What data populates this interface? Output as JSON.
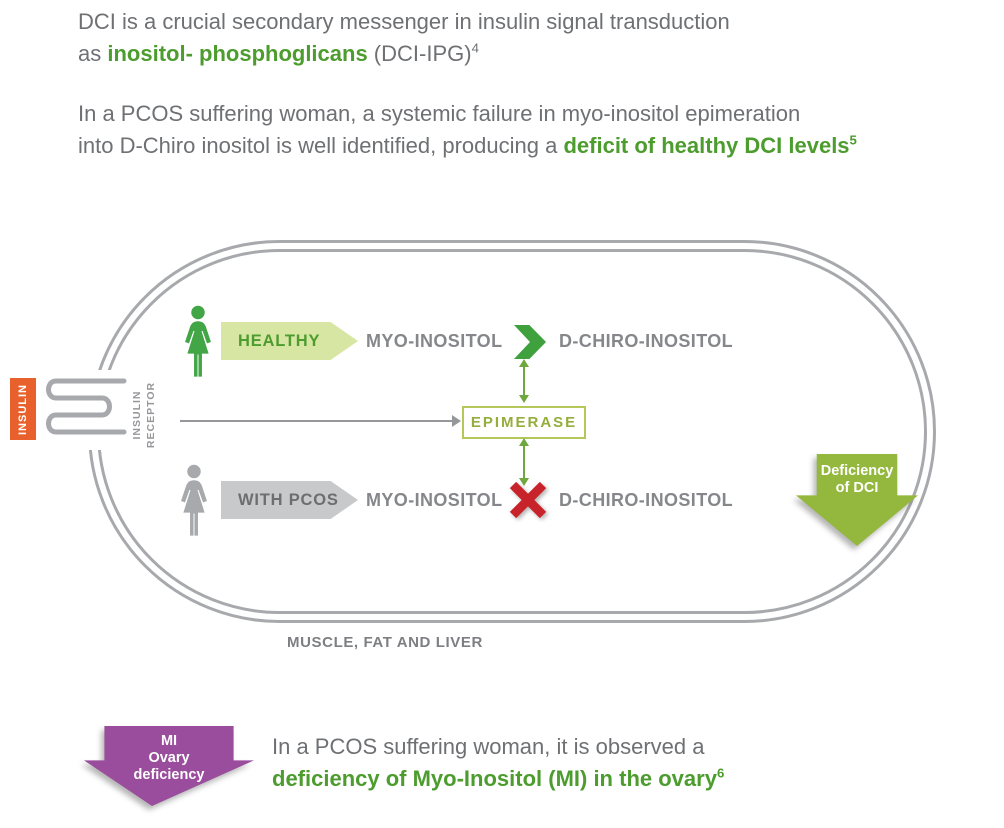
{
  "colors": {
    "text_gray": "#6e7073",
    "accent_green": "#4c9c2e",
    "banner_light_green": "#d8e6a3",
    "banner_gray": "#c8c9cb",
    "membrane_gray": "#a7a9ac",
    "insulin_orange": "#e8612c",
    "olive_green": "#94b83d",
    "enzyme_green": "#94ad3b",
    "blocked_red": "#c8232b",
    "purple": "#9b4d9d"
  },
  "intro": {
    "p1_line1": "DCI is a crucial secondary messenger in insulin signal transduction",
    "p1_prefix": "as ",
    "p1_bold": "inositol- phosphoglicans",
    "p1_suffix": " (DCI-IPG)",
    "p1_sup": "4",
    "p2_line1": "In a PCOS suffering woman, a systemic failure in myo-inositol epimeration",
    "p2_prefix": "into D-Chiro inositol is well identified, producing a ",
    "p2_bold": "deficit of healthy DCI levels",
    "p2_sup": "5"
  },
  "diagram": {
    "insulin_label": "INSULIN",
    "receptor_line1": "INSULIN",
    "receptor_line2": "RECEPTOR",
    "healthy_label": "HEALTHY",
    "healthy_from": "MYO-INOSITOL",
    "healthy_to": "D-CHIRO-INOSITOL",
    "pcos_label": "WITH PCOS",
    "pcos_from": "MYO-INOSITOL",
    "pcos_to": "D-CHIRO-INOSITOL",
    "enzyme": "EPIMERASE",
    "deficiency_line1": "Deficiency",
    "deficiency_line2": "of DCI",
    "caption": "MUSCLE, FAT AND LIVER"
  },
  "footer": {
    "arrow_line1": "MI",
    "arrow_line2": "Ovary",
    "arrow_line3": "deficiency",
    "line1": "In a PCOS suffering woman, it is observed a",
    "bold": "deficiency of Myo-Inositol (MI) in the ovary",
    "sup": "6"
  }
}
